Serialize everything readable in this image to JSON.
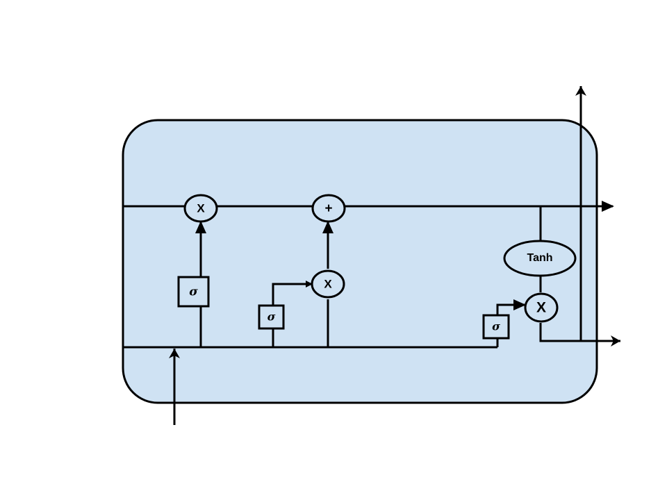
{
  "diagram": {
    "cell_fill": "#cfe2f3",
    "line_color": "#000000",
    "ops": {
      "forget_multiply": "X",
      "add": "+",
      "input_multiply": "X",
      "output_multiply": "X",
      "tanh": "Tanh"
    },
    "gates": {
      "forget": "σ",
      "input": "σ",
      "output": "σ"
    }
  }
}
